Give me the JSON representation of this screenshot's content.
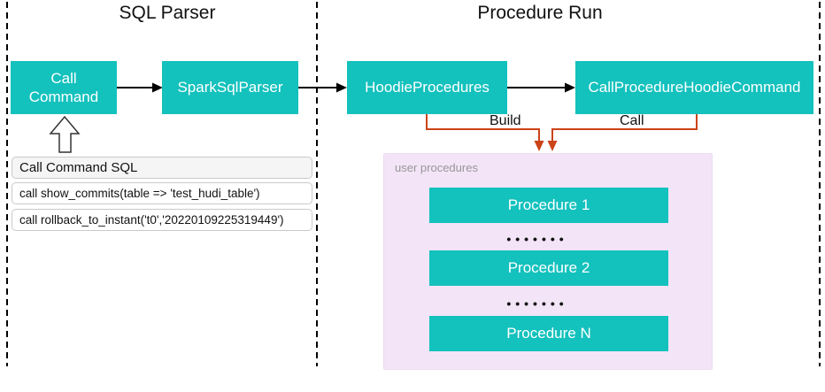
{
  "left_section": {
    "title": "SQL Parser",
    "call_command_line1": "Call",
    "call_command_line2": "Command",
    "spark_sql_parser": "SparkSqlParser",
    "sql_table": {
      "header": "Call Command SQL",
      "rows": [
        "call show_commits(table => 'test_hudi_table')",
        "call rollback_to_instant('t0','20220109225319449')"
      ]
    }
  },
  "right_section": {
    "title": "Procedure Run",
    "hoodie_procedures": "HoodieProcedures",
    "call_procedure_hoodie_command": "CallProcedureHoodieCommand",
    "build_label": "Build",
    "call_label": "Call",
    "panel": {
      "label": "user procedures",
      "procedures": [
        "Procedure 1",
        "Procedure 2",
        "Procedure N"
      ],
      "dots": "•••••••"
    }
  },
  "colors": {
    "teal": "#13c1bd",
    "connector": "#cb4318",
    "panel": "#f3e5f7",
    "table_header_bg": "#f5f5f5"
  }
}
